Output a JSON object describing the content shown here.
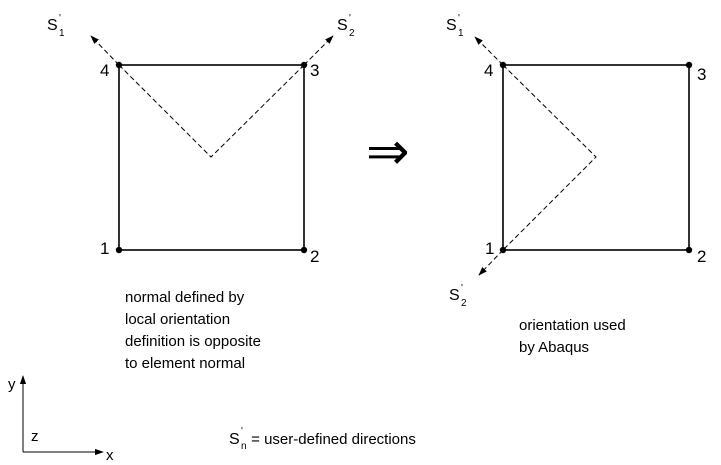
{
  "left_element": {
    "node_labels": [
      "1",
      "2",
      "3",
      "4"
    ],
    "direction_1": {
      "main": "S",
      "prime": "'",
      "sub": "1"
    },
    "direction_2": {
      "main": "S",
      "prime": "'",
      "sub": "2"
    },
    "caption_lines": [
      "normal defined by",
      "local orientation",
      "definition is opposite",
      "to element normal"
    ]
  },
  "transform_arrow": "⇒",
  "right_element": {
    "node_labels": [
      "1",
      "2",
      "3",
      "4"
    ],
    "direction_1": {
      "main": "S",
      "prime": "'",
      "sub": "1"
    },
    "direction_2": {
      "main": "S",
      "prime": "'",
      "sub": "2"
    },
    "caption_lines": [
      "orientation used",
      "by Abaqus"
    ]
  },
  "axes": {
    "y": "y",
    "z": "z",
    "x": "x"
  },
  "legend": {
    "main": "S",
    "prime": "'",
    "sub": "n",
    "text": " = user-defined directions"
  }
}
